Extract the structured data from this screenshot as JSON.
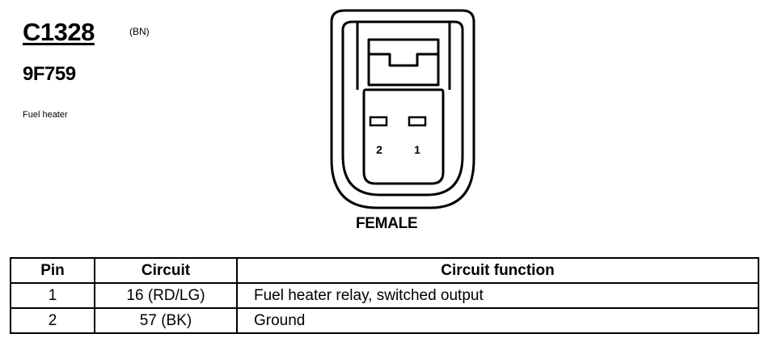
{
  "connector": {
    "id": "C1328",
    "color_code": "(BN)",
    "part_number": "9F759",
    "description": "Fuel heater",
    "gender": "FEMALE",
    "pins": [
      {
        "label": "2"
      },
      {
        "label": "1"
      }
    ]
  },
  "pin_table": {
    "headers": {
      "pin": "Pin",
      "circuit": "Circuit",
      "function": "Circuit function"
    },
    "rows": [
      {
        "pin": "1",
        "circuit": "16 (RD/LG)",
        "function": "Fuel heater relay, switched output"
      },
      {
        "pin": "2",
        "circuit": "57 (BK)",
        "function": "Ground"
      }
    ]
  }
}
